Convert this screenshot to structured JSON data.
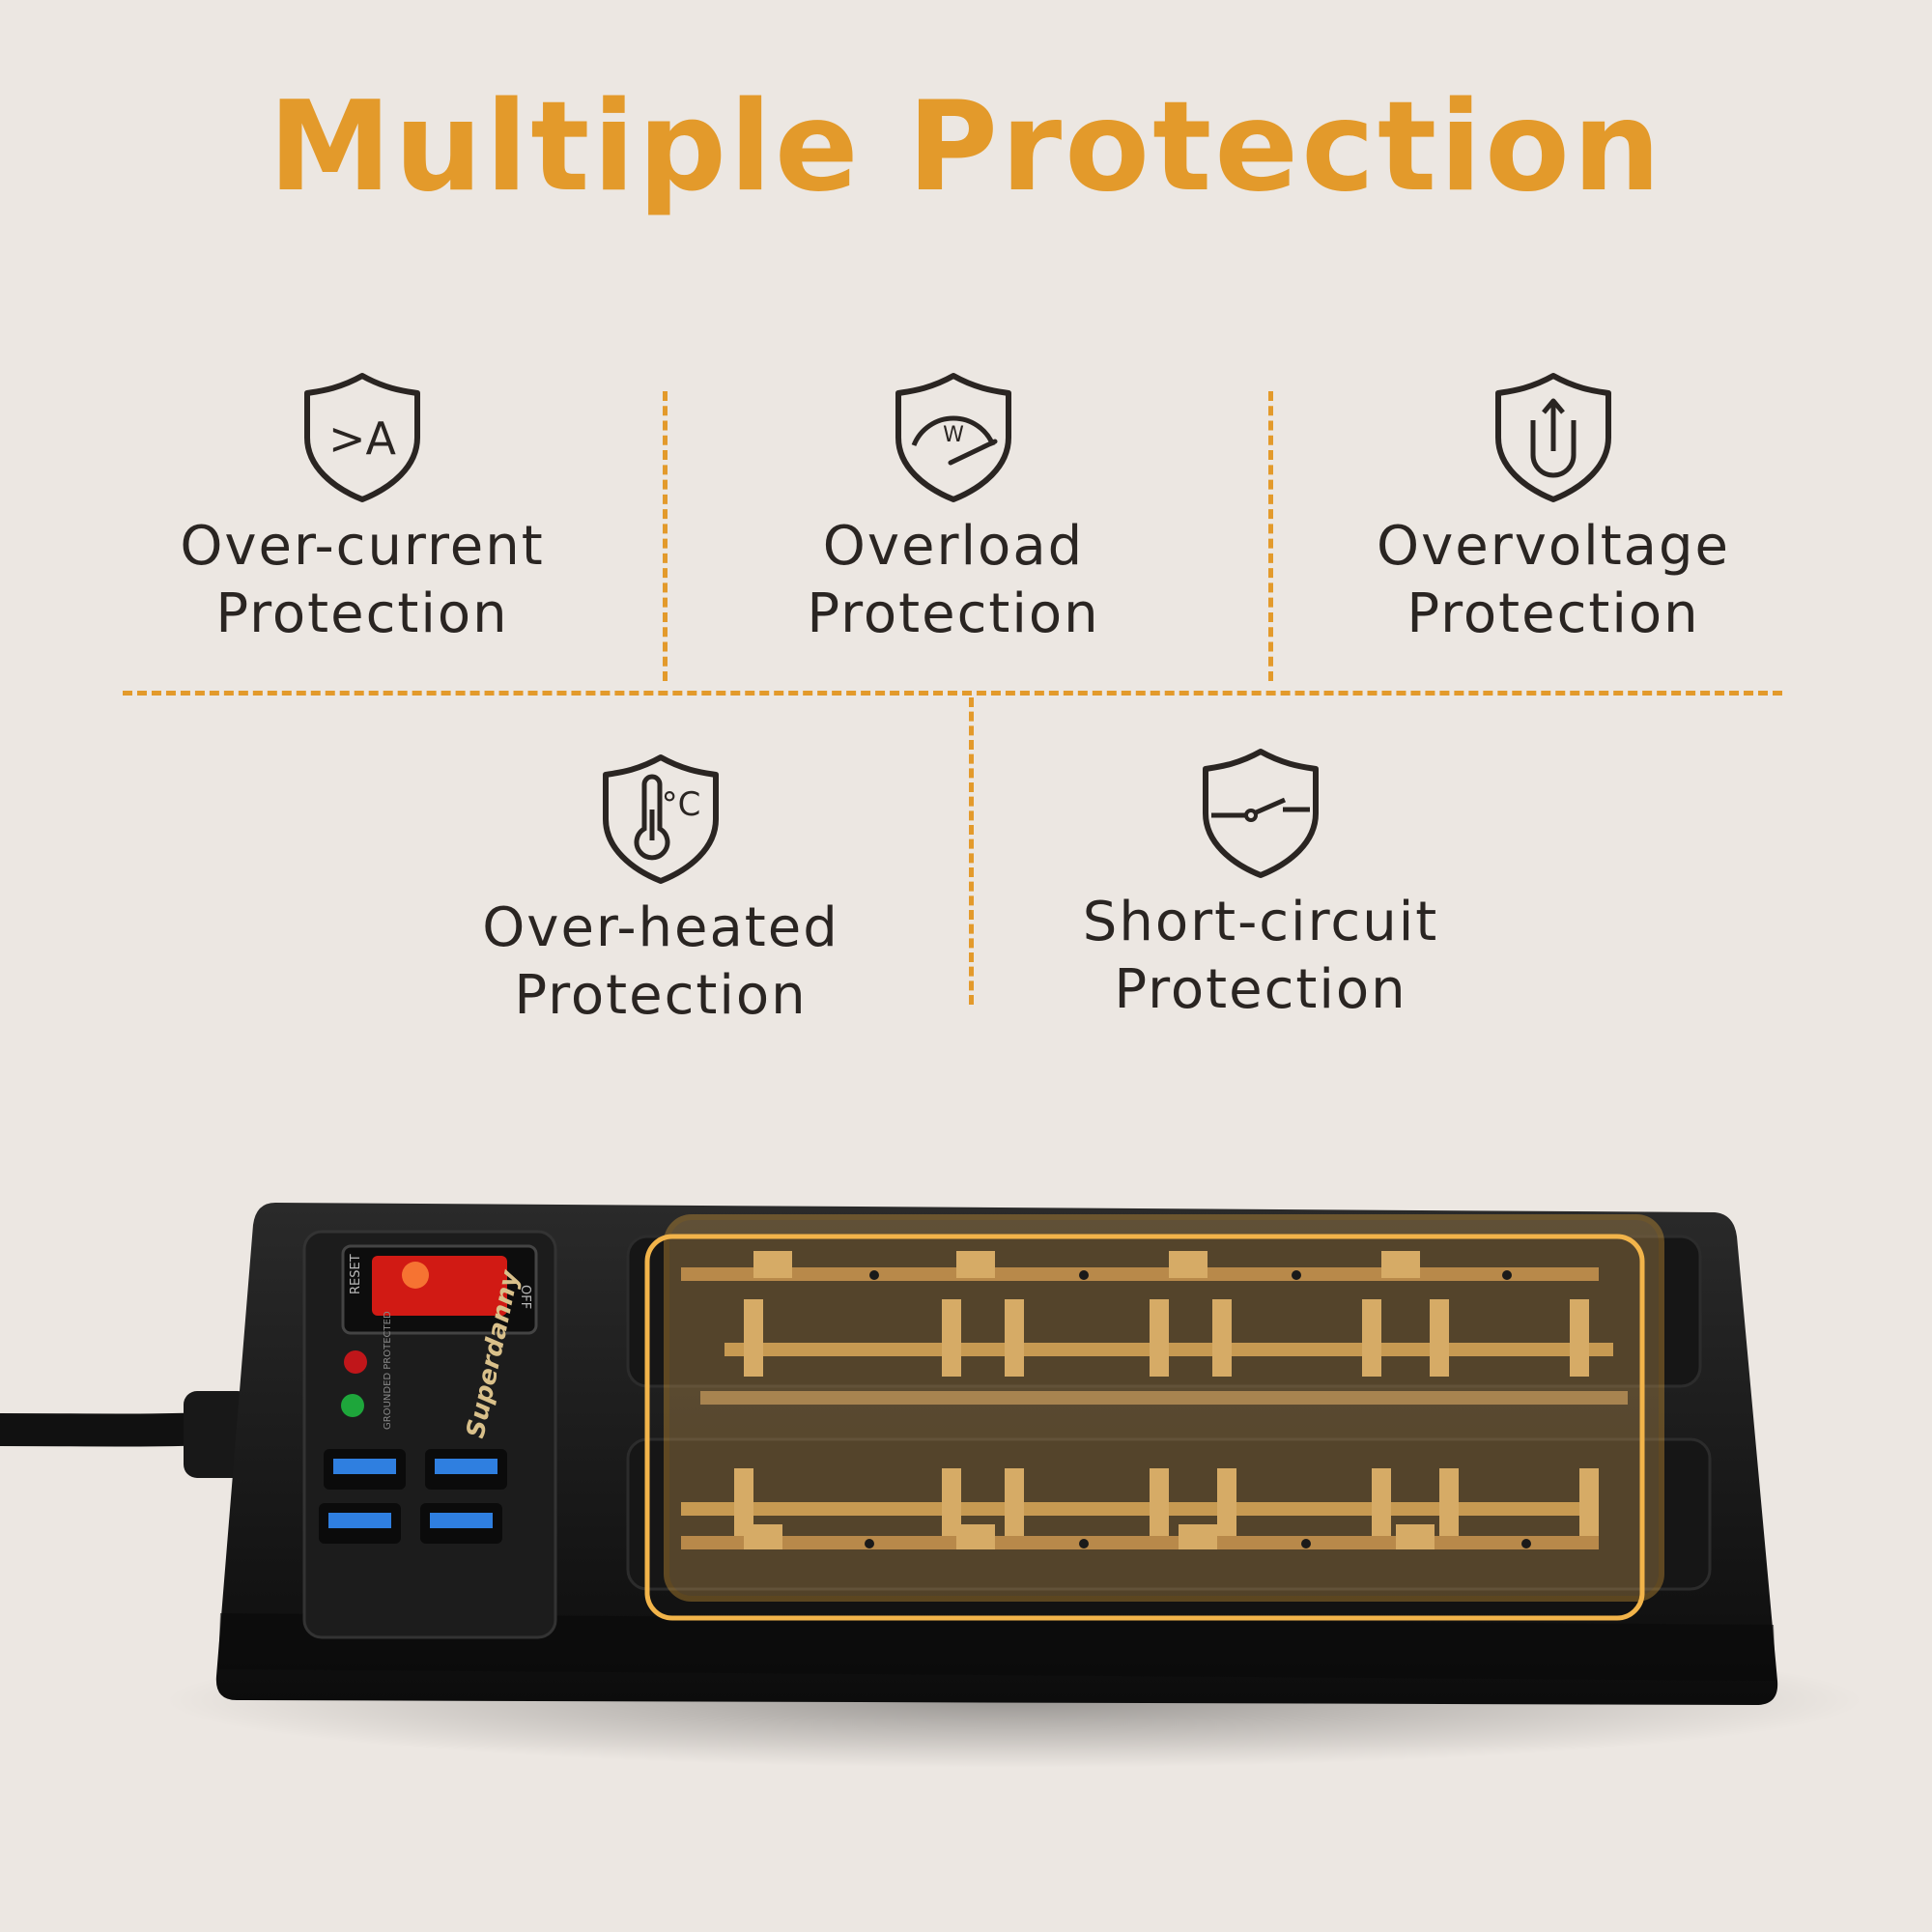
{
  "title": "Multiple Protection",
  "features": [
    {
      "icon": "over-current-shield-icon",
      "icon_text": ">A",
      "label": "Over-current\nProtection"
    },
    {
      "icon": "overload-wattmeter-shield-icon",
      "icon_text": "W",
      "label": "Overload\nProtection"
    },
    {
      "icon": "overvoltage-u-shield-icon",
      "icon_text": "U",
      "label": "Overvoltage\nProtection"
    },
    {
      "icon": "thermometer-shield-icon",
      "icon_text": "°C",
      "label": "Over-heated\nProtection"
    },
    {
      "icon": "switch-shield-icon",
      "icon_text": "",
      "label": "Short-circuit\nProtection"
    }
  ],
  "product": {
    "brand": "Superdanny",
    "reset_label": "RESET",
    "off_label": "OFF",
    "indicator_text": "GROUNDED PROTECTED",
    "usb_port_count": 4,
    "colors": {
      "accent": "#e39a2b",
      "body": "#141414",
      "switch": "#d11a14",
      "led_red": "#c0161a",
      "led_green": "#1ea63b",
      "usb": "#2f7fe0",
      "copper": "#c79a52"
    }
  }
}
